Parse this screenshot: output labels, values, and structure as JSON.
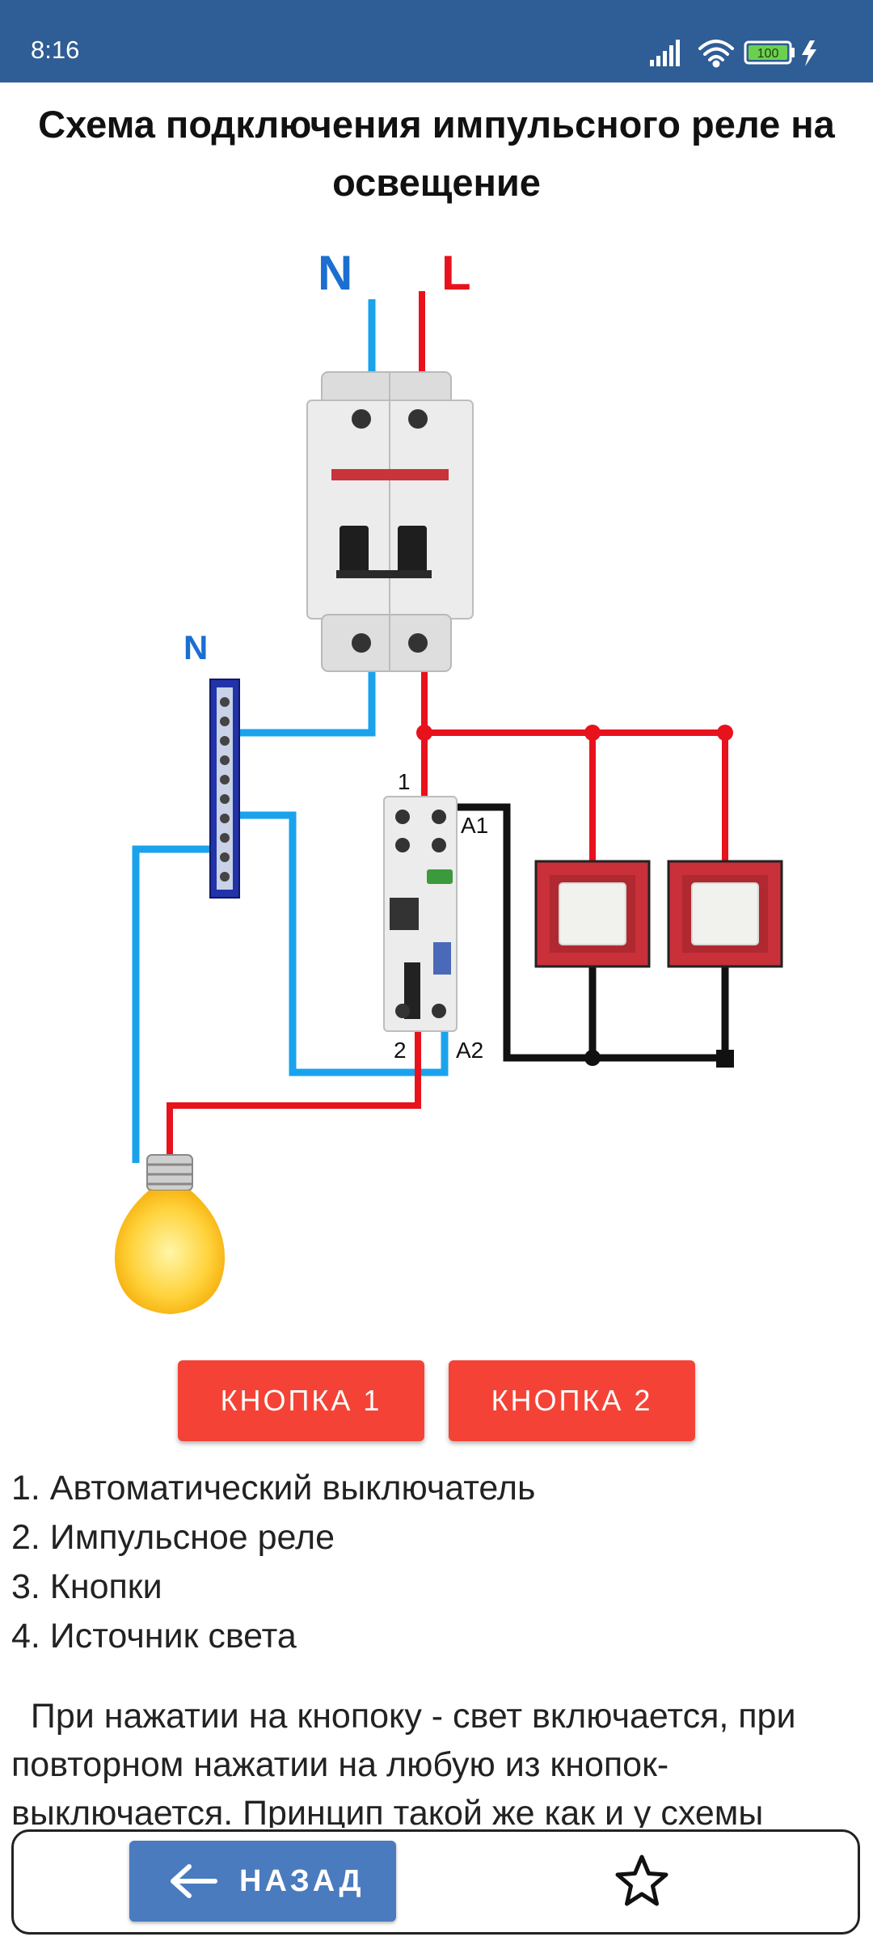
{
  "status_bar": {
    "time": "8:16",
    "battery": "100"
  },
  "title": "Схема подключения импульсного реле на освещение",
  "diagram": {
    "label_n_top": "N",
    "label_l_top": "L",
    "label_n_bus": "N",
    "label_1": "1",
    "label_2": "2",
    "label_a1": "A1",
    "label_a2": "A2",
    "colors": {
      "neutral": "#1aa3ec",
      "phase": "#e8121c",
      "control": "#111111",
      "bus": "#2233aa"
    }
  },
  "buttons": {
    "button1": "КНОПКА 1",
    "button2": "КНОПКА 2"
  },
  "legend": [
    "1. Автоматический выключатель",
    "2. Импульсное реле",
    "3. Кнопки",
    "4. Источник света"
  ],
  "description": "  При нажатии на кнопоку - свет включается, при повторном нажатии на любую из кнопок- выключается. Принцип такой же как и у схемы",
  "bottom_bar": {
    "back_label": "НАЗАД",
    "star_icon": "star-outline-icon"
  }
}
